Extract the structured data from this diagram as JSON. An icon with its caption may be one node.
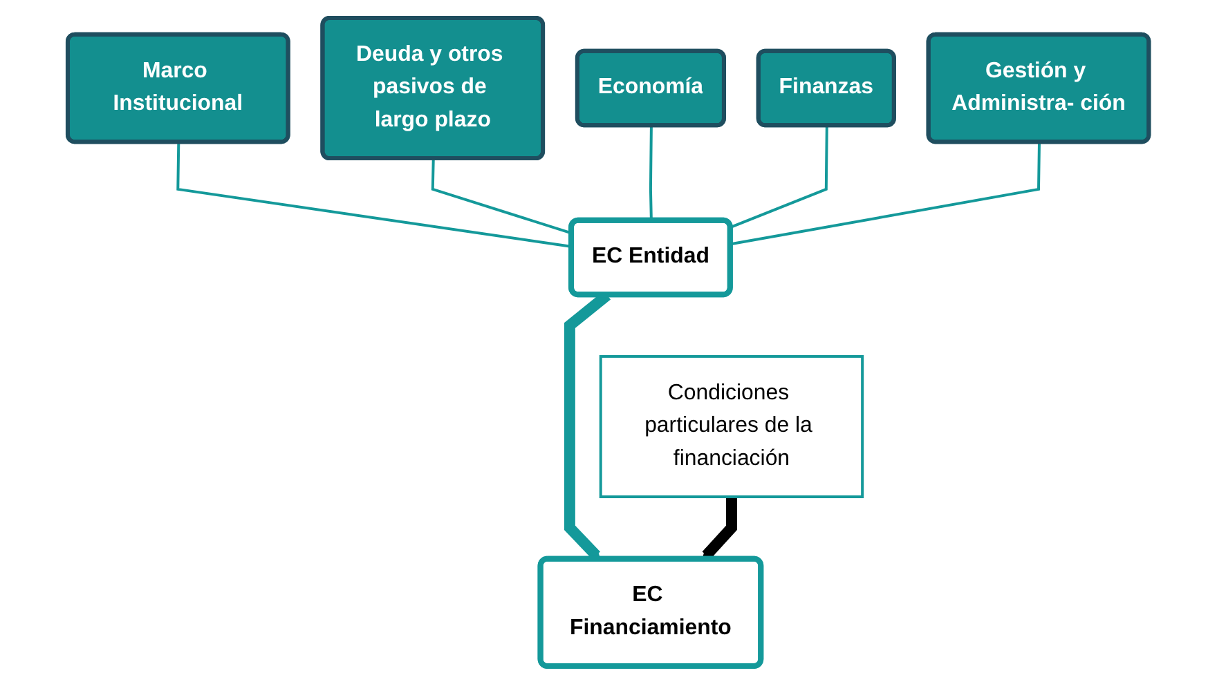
{
  "diagram": {
    "nodes": [
      {
        "text": [
          "Marco Institucional"
        ]
      },
      {
        "text": [
          "Deuda y otros pasivos de largo plazo"
        ]
      },
      {
        "text": [
          "Economía"
        ]
      },
      {
        "text": [
          "Finanzas"
        ]
      },
      {
        "text": [
          "Gestión y Administra- ción"
        ]
      },
      {
        "text": [
          "EC Entidad"
        ]
      },
      {
        "text": [
          "EC Financiamiento"
        ]
      },
      {
        "text": [
          "Condiciones particulares de la financiación"
        ]
      }
    ],
    "edges": [
      {
        "from": 0,
        "to": 5,
        "arrow": "none"
      },
      {
        "from": 1,
        "to": 5,
        "arrow": "none"
      },
      {
        "from": 2,
        "to": 5,
        "arrow": "none"
      },
      {
        "from": 3,
        "to": 5,
        "arrow": "none"
      },
      {
        "from": 4,
        "to": 5,
        "arrow": "none"
      },
      {
        "from": 5,
        "to": 6,
        "arrow": "to",
        "style": "thick"
      },
      {
        "from": 7,
        "to": 6,
        "arrow": "to",
        "style": "thick",
        "color": "#000000"
      }
    ]
  }
}
